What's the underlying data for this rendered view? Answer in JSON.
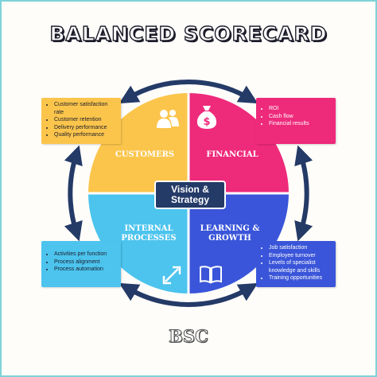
{
  "title": "BALANCED SCORECARD",
  "center": {
    "line1": "Vision &",
    "line2": "Strategy"
  },
  "quadrants": {
    "customers": {
      "label": "CUSTOMERS",
      "icon": "people-icon",
      "color": "#fbc54c"
    },
    "financial": {
      "label": "FINANCIAL",
      "icon": "money-bag-icon",
      "color": "#ee2a7b"
    },
    "internal": {
      "line1": "INTERNAL",
      "line2": "PROCESSES",
      "icon": "expand-arrows-icon",
      "color": "#4cc4ee"
    },
    "learning": {
      "line1": "LEARNING &",
      "line2": "GROWTH",
      "icon": "book-icon",
      "color": "#3a55d9"
    }
  },
  "notes": {
    "customers": [
      "Customer satisfaction rate",
      "Customer retention",
      "Delivery performance",
      "Quality performance"
    ],
    "financial": [
      "ROI",
      "Cash flow",
      "Financial results"
    ],
    "internal": [
      "Activities per function",
      "Process alignment",
      "Process automation"
    ],
    "learning": [
      "Job satisfaction",
      "Employee turnover",
      "Levels of specialist knowledge and skills",
      "Training opportunities"
    ]
  },
  "footer": "BSC",
  "colors": {
    "arrow": "#243a67",
    "frame": "#7fd3d8"
  }
}
